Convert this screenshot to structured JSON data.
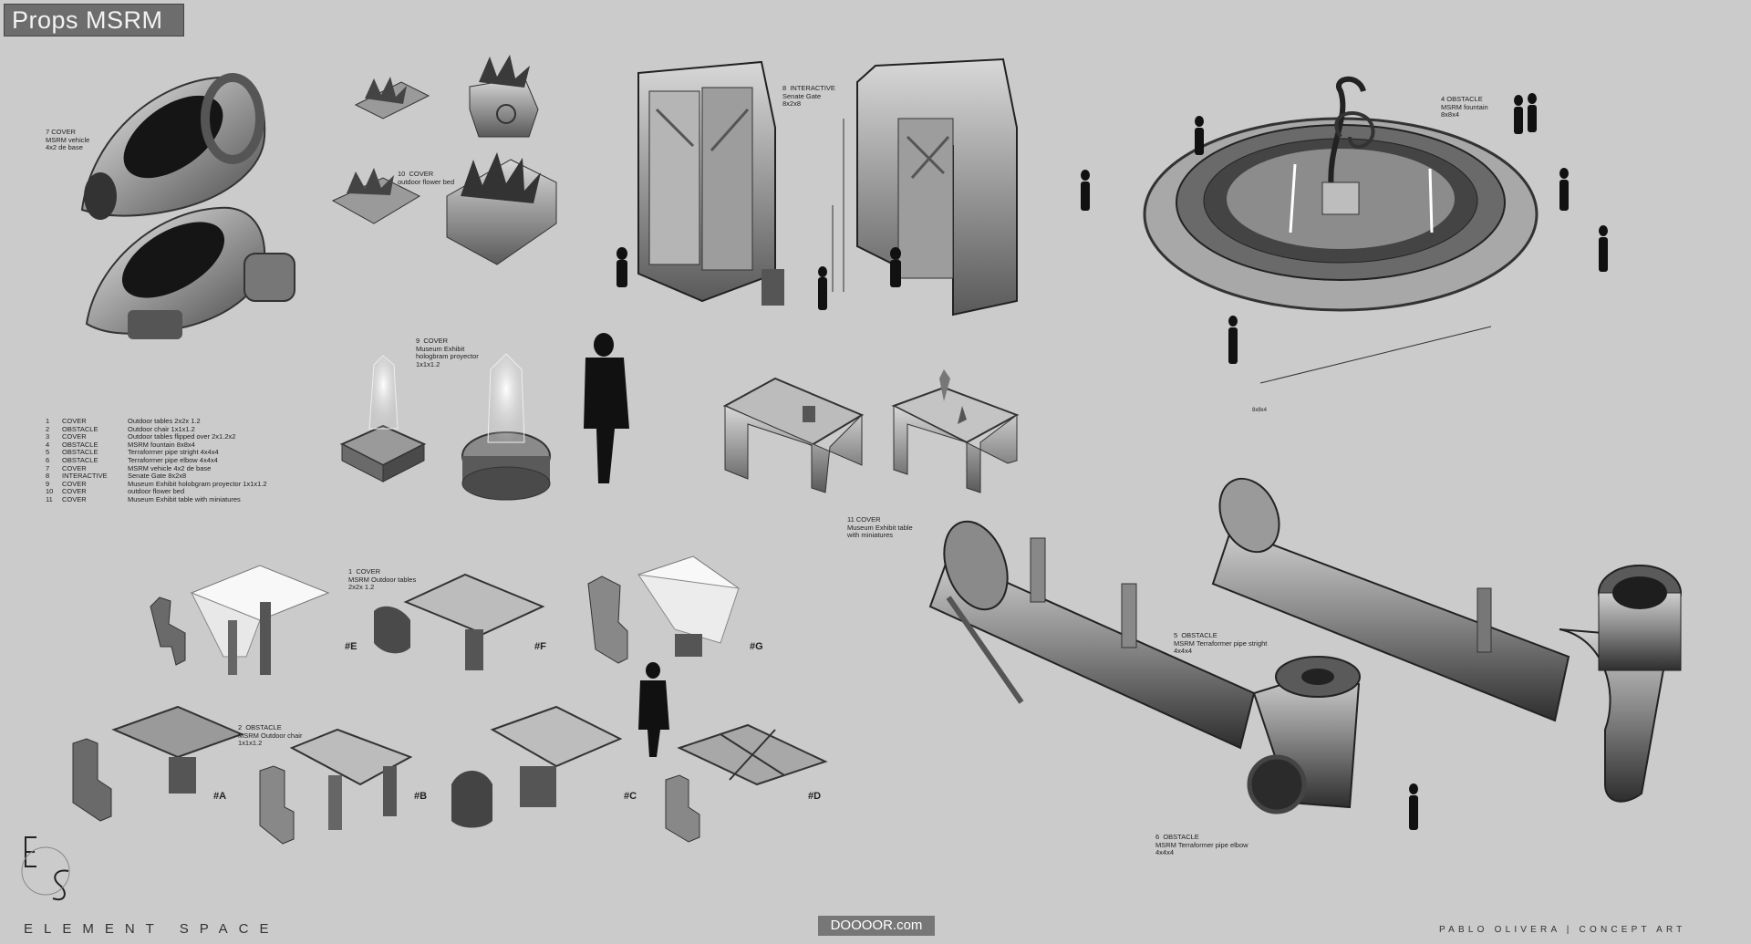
{
  "header": {
    "title": "Props MSRM"
  },
  "labels": {
    "vehicle": [
      "7 COVER",
      "MSRM vehicle",
      "4x2 de base"
    ],
    "flower_bed": [
      "10  COVER",
      "outdoor flower bed"
    ],
    "senate_gate": [
      "8  INTERACTIVE",
      "Senate Gate",
      "8x2x8"
    ],
    "fountain": [
      "4 OBSTACLE",
      "MSRM fountain",
      "8x8x4"
    ],
    "hologram": [
      "9  COVER",
      "Museum Exhibit",
      "hologbram proyector",
      "1x1x1.2"
    ],
    "museum_table": [
      "11 COVER",
      "Museum Exhibit table",
      "with miniatures"
    ],
    "outdoor_tables": [
      "1  COVER",
      "MSRM Outdoor tables",
      "2x2x 1.2"
    ],
    "outdoor_chair": [
      "2  OBSTACLE",
      "MSRM Outdoor chair",
      "1x1x1.2"
    ],
    "pipe_straight": [
      "5  OBSTACLE",
      "MSRM Terraformer pipe stright",
      "4x4x4"
    ],
    "pipe_elbow": [
      "6  OBSTACLE",
      "MSRM Terraformer pipe elbow",
      "4x4x4"
    ],
    "fountain_scale": "8x8x4"
  },
  "legend": [
    {
      "num": "1",
      "type": "COVER",
      "desc": "Outdoor tables     2x2x 1.2"
    },
    {
      "num": "2",
      "type": "OBSTACLE",
      "desc": "Outdoor chair       1x1x1.2"
    },
    {
      "num": "3",
      "type": "COVER",
      "desc": "Outdoor tables flipped over  2x1.2x2"
    },
    {
      "num": "4",
      "type": "OBSTACLE",
      "desc": "MSRM fountain    8x8x4"
    },
    {
      "num": "5",
      "type": "OBSTACLE",
      "desc": "Terraformer pipe stright   4x4x4"
    },
    {
      "num": "6",
      "type": "OBSTACLE",
      "desc": "Terraformer pipe elbow    4x4x4"
    },
    {
      "num": "7",
      "type": "COVER",
      "desc": "MSRM vehicle    4x2 de base"
    },
    {
      "num": "8",
      "type": "INTERACTIVE",
      "desc": "   Senate Gate  8x2x8"
    },
    {
      "num": "9",
      "type": "COVER",
      "desc": "Museum Exhibit holobgram proyector 1x1x1.2"
    },
    {
      "num": "10",
      "type": "COVER",
      "desc": "outdoor flower bed"
    },
    {
      "num": "11",
      "type": "COVER",
      "desc": "Museum Exhibit table with miniatures"
    }
  ],
  "tags": [
    "#E",
    "#F",
    "#G",
    "#A",
    "#B",
    "#C",
    "#D"
  ],
  "footer": {
    "logo_letters": "ES",
    "brand": "ELEMENT SPACE",
    "watermark": "DOOOOR.com",
    "credit": "PABLO OLIVERA | CONCEPT ART"
  }
}
